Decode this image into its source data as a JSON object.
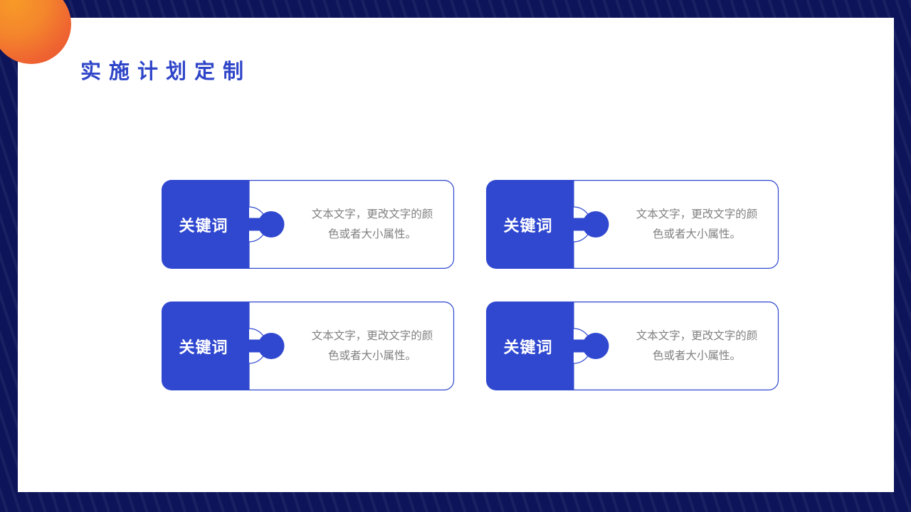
{
  "slide": {
    "title": "实施计划定制",
    "theme": {
      "background_navy": "#0d1459",
      "card_white": "#ffffff",
      "accent_blue": "#3048d0",
      "title_blue": "#2f45c8",
      "body_gray": "#808080",
      "orange_from": "#f79a27",
      "orange_to": "#e9502f"
    }
  },
  "pieces": [
    {
      "keyword": "关键词",
      "body_line1": "文本文字，更改文字的颜",
      "body_line2": "色或者大小属性。"
    },
    {
      "keyword": "关键词",
      "body_line1": "文本文字，更改文字的颜",
      "body_line2": "色或者大小属性。"
    },
    {
      "keyword": "关键词",
      "body_line1": "文本文字，更改文字的颜",
      "body_line2": "色或者大小属性。"
    },
    {
      "keyword": "关键词",
      "body_line1": "文本文字，更改文字的颜",
      "body_line2": "色或者大小属性。"
    }
  ]
}
